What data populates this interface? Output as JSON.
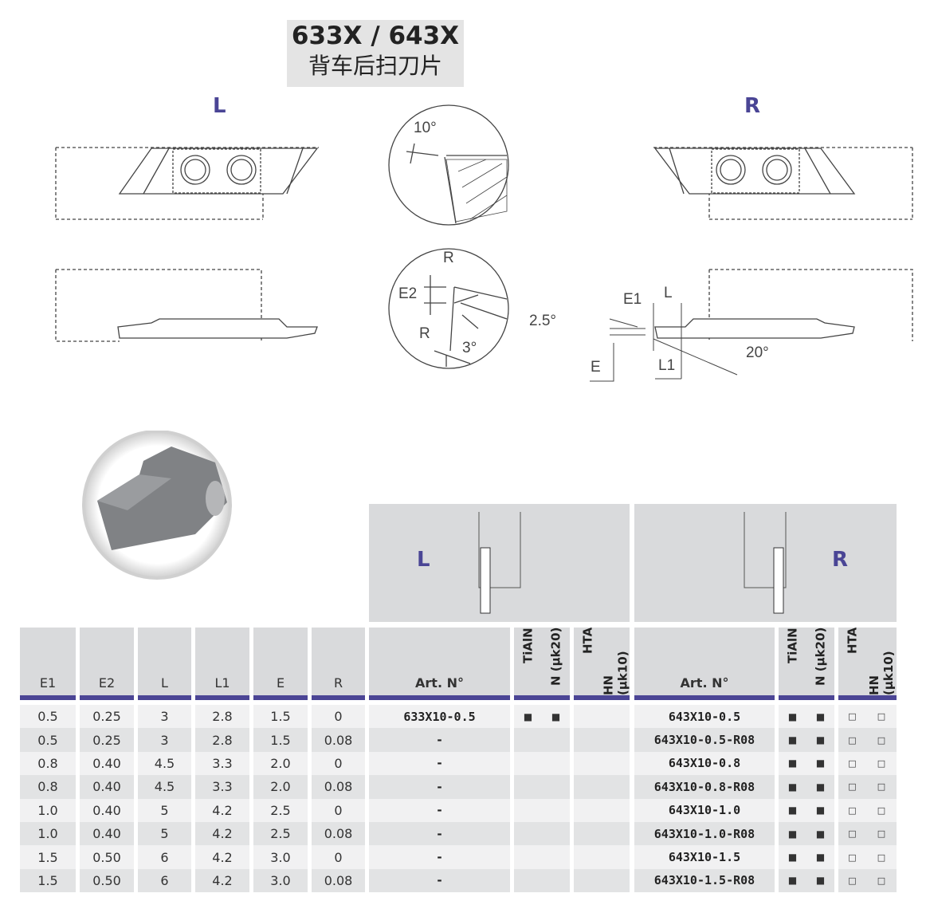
{
  "title": {
    "code": "633X / 643X",
    "subtitle": "背车后扫刀片"
  },
  "diagrams": {
    "left_label": "L",
    "right_label": "R",
    "clearance_angle": "10°",
    "detail_labels": {
      "R_top": "R",
      "E2": "E2",
      "R_bottom": "R",
      "angle3": "3°"
    },
    "right_dims": {
      "angle25": "2.5°",
      "E1": "E1",
      "L": "L",
      "E": "E",
      "L1": "L1",
      "angle20": "20°"
    }
  },
  "table": {
    "header_panels": {
      "left": "L",
      "right": "R"
    },
    "columns": [
      "E1",
      "E2",
      "L",
      "L1",
      "E",
      "R"
    ],
    "art_header": "Art. N°",
    "grade_headers": [
      "TiAlN",
      "N (µk20)",
      "HTA",
      "HN (µk10)"
    ],
    "rows": [
      {
        "E1": "0.5",
        "E2": "0.25",
        "L": "3",
        "L1": "2.8",
        "E": "1.5",
        "R": "0",
        "left_art": "633X10-0.5",
        "left_grades": [
          "■",
          "■",
          "",
          ""
        ],
        "right_art": "643X10-0.5",
        "right_grades": [
          "■",
          "■",
          "□",
          "□"
        ]
      },
      {
        "E1": "0.5",
        "E2": "0.25",
        "L": "3",
        "L1": "2.8",
        "E": "1.5",
        "R": "0.08",
        "left_art": "-",
        "left_grades": [
          "",
          "",
          "",
          ""
        ],
        "right_art": "643X10-0.5-R08",
        "right_grades": [
          "■",
          "■",
          "□",
          "□"
        ]
      },
      {
        "E1": "0.8",
        "E2": "0.40",
        "L": "4.5",
        "L1": "3.3",
        "E": "2.0",
        "R": "0",
        "left_art": "-",
        "left_grades": [
          "",
          "",
          "",
          ""
        ],
        "right_art": "643X10-0.8",
        "right_grades": [
          "■",
          "■",
          "□",
          "□"
        ]
      },
      {
        "E1": "0.8",
        "E2": "0.40",
        "L": "4.5",
        "L1": "3.3",
        "E": "2.0",
        "R": "0.08",
        "left_art": "-",
        "left_grades": [
          "",
          "",
          "",
          ""
        ],
        "right_art": "643X10-0.8-R08",
        "right_grades": [
          "■",
          "■",
          "□",
          "□"
        ]
      },
      {
        "E1": "1.0",
        "E2": "0.40",
        "L": "5",
        "L1": "4.2",
        "E": "2.5",
        "R": "0",
        "left_art": "-",
        "left_grades": [
          "",
          "",
          "",
          ""
        ],
        "right_art": "643X10-1.0",
        "right_grades": [
          "■",
          "■",
          "□",
          "□"
        ]
      },
      {
        "E1": "1.0",
        "E2": "0.40",
        "L": "5",
        "L1": "4.2",
        "E": "2.5",
        "R": "0.08",
        "left_art": "-",
        "left_grades": [
          "",
          "",
          "",
          ""
        ],
        "right_art": "643X10-1.0-R08",
        "right_grades": [
          "■",
          "■",
          "□",
          "□"
        ]
      },
      {
        "E1": "1.5",
        "E2": "0.50",
        "L": "6",
        "L1": "4.2",
        "E": "3.0",
        "R": "0",
        "left_art": "-",
        "left_grades": [
          "",
          "",
          "",
          ""
        ],
        "right_art": "643X10-1.5",
        "right_grades": [
          "■",
          "■",
          "□",
          "□"
        ]
      },
      {
        "E1": "1.5",
        "E2": "0.50",
        "L": "6",
        "L1": "4.2",
        "E": "3.0",
        "R": "0.08",
        "left_art": "-",
        "left_grades": [
          "",
          "",
          "",
          ""
        ],
        "right_art": "643X10-1.5-R08",
        "right_grades": [
          "■",
          "■",
          "□",
          "□"
        ]
      }
    ]
  },
  "colors": {
    "accent": "#4b4595",
    "header_bg": "#d9dadc",
    "row_light": "#f1f1f2",
    "row_dark": "#e2e3e4"
  }
}
